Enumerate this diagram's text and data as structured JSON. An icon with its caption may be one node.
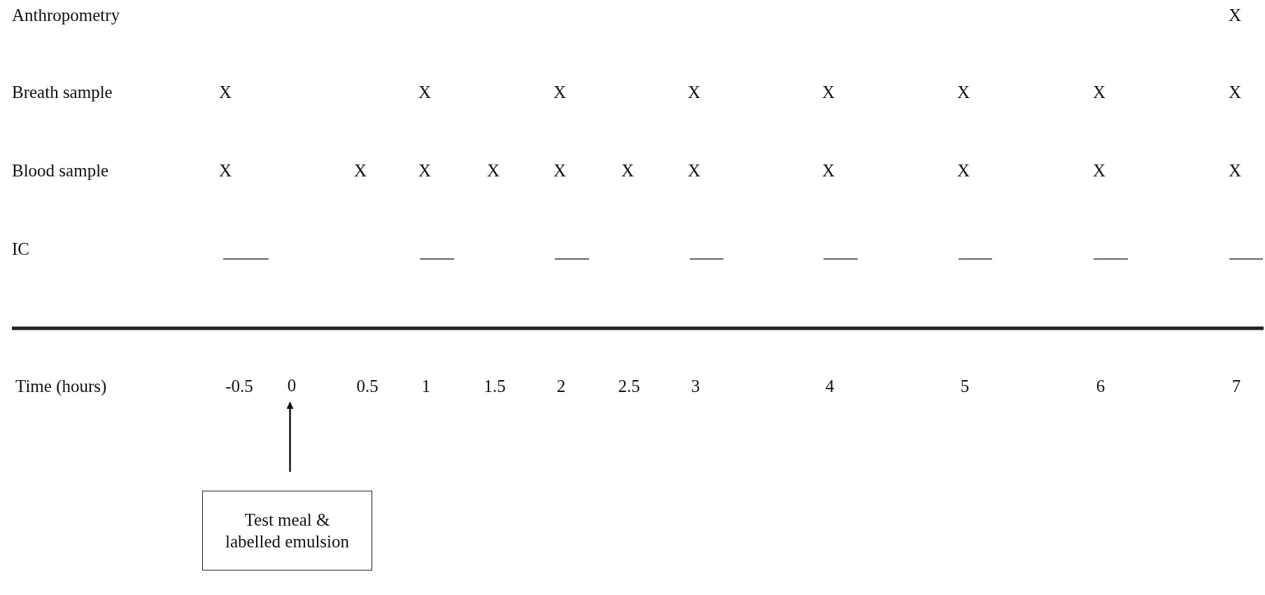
{
  "diagram": {
    "nodes": [
      {
        "text": [
          "0"
        ]
      },
      {
        "text": [
          "Test meal & labelled emulsion"
        ]
      }
    ],
    "edges": [
      {
        "from": 1,
        "to": 0,
        "arrow": "to"
      }
    ],
    "labels": [
      "Anthropometry",
      "X",
      "Breath sample",
      "X",
      "X",
      "X",
      "X",
      "X",
      "X",
      "X",
      "X",
      "Blood sample",
      "X",
      "X",
      "X",
      "X",
      "X",
      "X",
      "X",
      "X",
      "X",
      "X",
      "X",
      "IC",
      "Time (hours)",
      "-0.5",
      "0.5",
      "1",
      "1.5",
      "2",
      "2.5",
      "3",
      "4",
      "5",
      "6",
      "7"
    ]
  }
}
